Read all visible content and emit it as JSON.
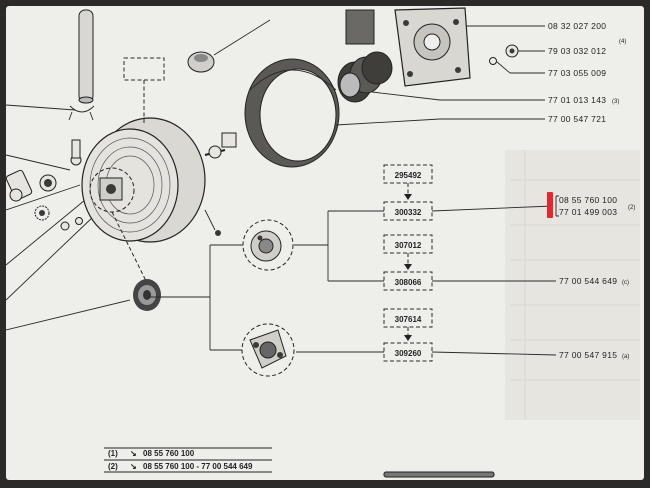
{
  "top_part_numbers": [
    {
      "pn": "08 32 027 200",
      "ref": "(4)"
    },
    {
      "pn": "79 03 032 012",
      "ref": ""
    },
    {
      "pn": "77 03 055 009",
      "ref": ""
    },
    {
      "pn": "77 01 013 143",
      "ref": "(3)"
    },
    {
      "pn": "77 00 547 721",
      "ref": ""
    }
  ],
  "servo_codes": [
    {
      "previous": "295492",
      "code": "300332"
    },
    {
      "previous": "307012",
      "code": "308066"
    },
    {
      "previous": "307614",
      "code": "309260"
    }
  ],
  "part_numbers": {
    "row1": {
      "line1": "08 55 760 100",
      "line2": "77 01 499 003",
      "ref": "(2)"
    },
    "row2": {
      "pn": "77 00 544 649",
      "ref": "(c)"
    },
    "row3": {
      "pn": "77 00 547 915",
      "ref": "(a)"
    }
  },
  "legend": [
    {
      "num": "(1)",
      "text": "08 55 760 100"
    },
    {
      "num": "(2)",
      "text": "08 55 760 100 - 77 00 544 649"
    }
  ],
  "colors": {
    "paper": "#eeeeea",
    "ink": "#222222",
    "highlight": "#e8262b"
  }
}
